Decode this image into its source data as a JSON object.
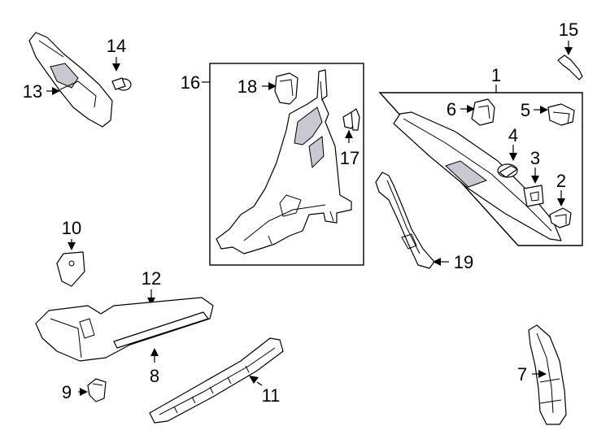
{
  "callouts": {
    "c1": "1",
    "c2": "2",
    "c3": "3",
    "c4": "4",
    "c5": "5",
    "c6": "6",
    "c7": "7",
    "c8": "8",
    "c9": "9",
    "c10": "10",
    "c11": "11",
    "c12": "12",
    "c13": "13",
    "c14": "14",
    "c15": "15",
    "c16": "16",
    "c17": "17",
    "c18": "18",
    "c19": "19"
  },
  "colors": {
    "line": "#000000",
    "background": "#ffffff",
    "shade": "#c8c8d2"
  }
}
